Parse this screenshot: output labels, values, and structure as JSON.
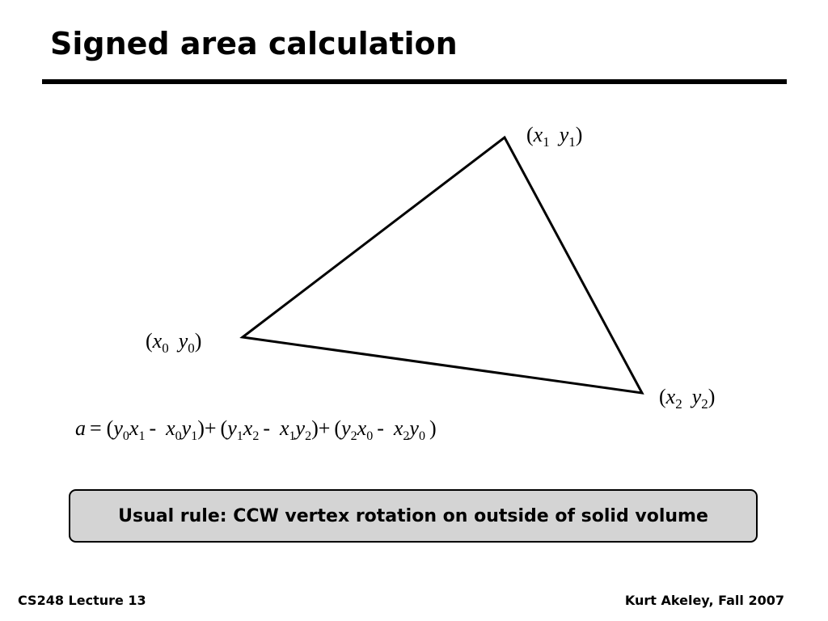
{
  "slide": {
    "title": "Signed area calculation"
  },
  "vertices": [
    {
      "name": "v0",
      "open": "(",
      "x": "x",
      "xsub": "0",
      "y": "y",
      "ysub": "0",
      "close": ")"
    },
    {
      "name": "v1",
      "open": "(",
      "x": "x",
      "xsub": "1",
      "y": "y",
      "ysub": "1",
      "close": ")"
    },
    {
      "name": "v2",
      "open": "(",
      "x": "x",
      "xsub": "2",
      "y": "y",
      "ysub": "2",
      "close": ")"
    }
  ],
  "formula": {
    "lhs": "a",
    "eq": "=",
    "plus": "+",
    "minus": "-",
    "open": "(",
    "close": ")",
    "terms": [
      {
        "a": "y",
        "as": "0",
        "b": "x",
        "bs": "1",
        "c": "x",
        "cs": "0",
        "d": "y",
        "ds": "1"
      },
      {
        "a": "y",
        "as": "1",
        "b": "x",
        "bs": "2",
        "c": "x",
        "cs": "1",
        "d": "y",
        "ds": "2"
      },
      {
        "a": "y",
        "as": "2",
        "b": "x",
        "bs": "0",
        "c": "x",
        "cs": "2",
        "d": "y",
        "ds": "0"
      }
    ]
  },
  "rule_box": {
    "text": "Usual rule: CCW vertex rotation on outside of solid volume",
    "fill_color": "#d4d4d4"
  },
  "footer": {
    "left": "CS248 Lecture 13",
    "right": "Kurt Akeley, Fall 2007"
  }
}
